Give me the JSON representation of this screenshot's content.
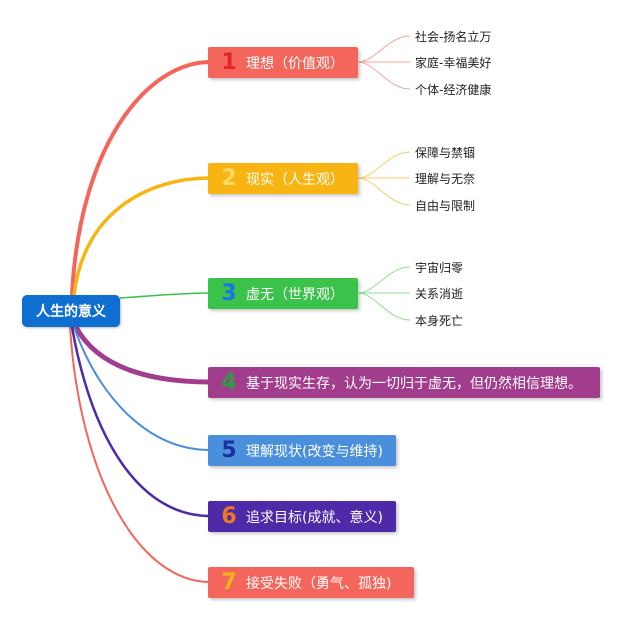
{
  "root": {
    "label": "人生的意义"
  },
  "branches": [
    {
      "number": "1",
      "label": "理想（价值观）",
      "color": "#f4665b",
      "num_color": "#e3242b",
      "children": [
        "社会-扬名立万",
        "家庭-幸福美好",
        "个体-经济健康"
      ]
    },
    {
      "number": "2",
      "label": "现实（人生观）",
      "color": "#f8b412",
      "num_color": "#ffd966",
      "children": [
        "保障与禁锢",
        "理解与无奈",
        "自由与限制"
      ]
    },
    {
      "number": "3",
      "label": "虚无（世界观）",
      "color": "#3ac24a",
      "num_color": "#1a73e8",
      "children": [
        "宇宙归零",
        "关系消逝",
        "本身死亡"
      ]
    },
    {
      "number": "4",
      "label": "基于现实生存，认为一切归于虚无，但仍然相信理想。",
      "color": "#a23d8e",
      "num_color": "#2e9e3e"
    },
    {
      "number": "5",
      "label": "理解现状(改变与维持)",
      "color": "#4a8fdc",
      "num_color": "#1a2fa0"
    },
    {
      "number": "6",
      "label": "追求目标(成就、意义)",
      "color": "#4f2aa8",
      "num_color": "#f07a1f"
    },
    {
      "number": "7",
      "label": "接受失败（勇气、孤独)",
      "color": "#f4665b",
      "num_color": "#f2b418"
    }
  ]
}
